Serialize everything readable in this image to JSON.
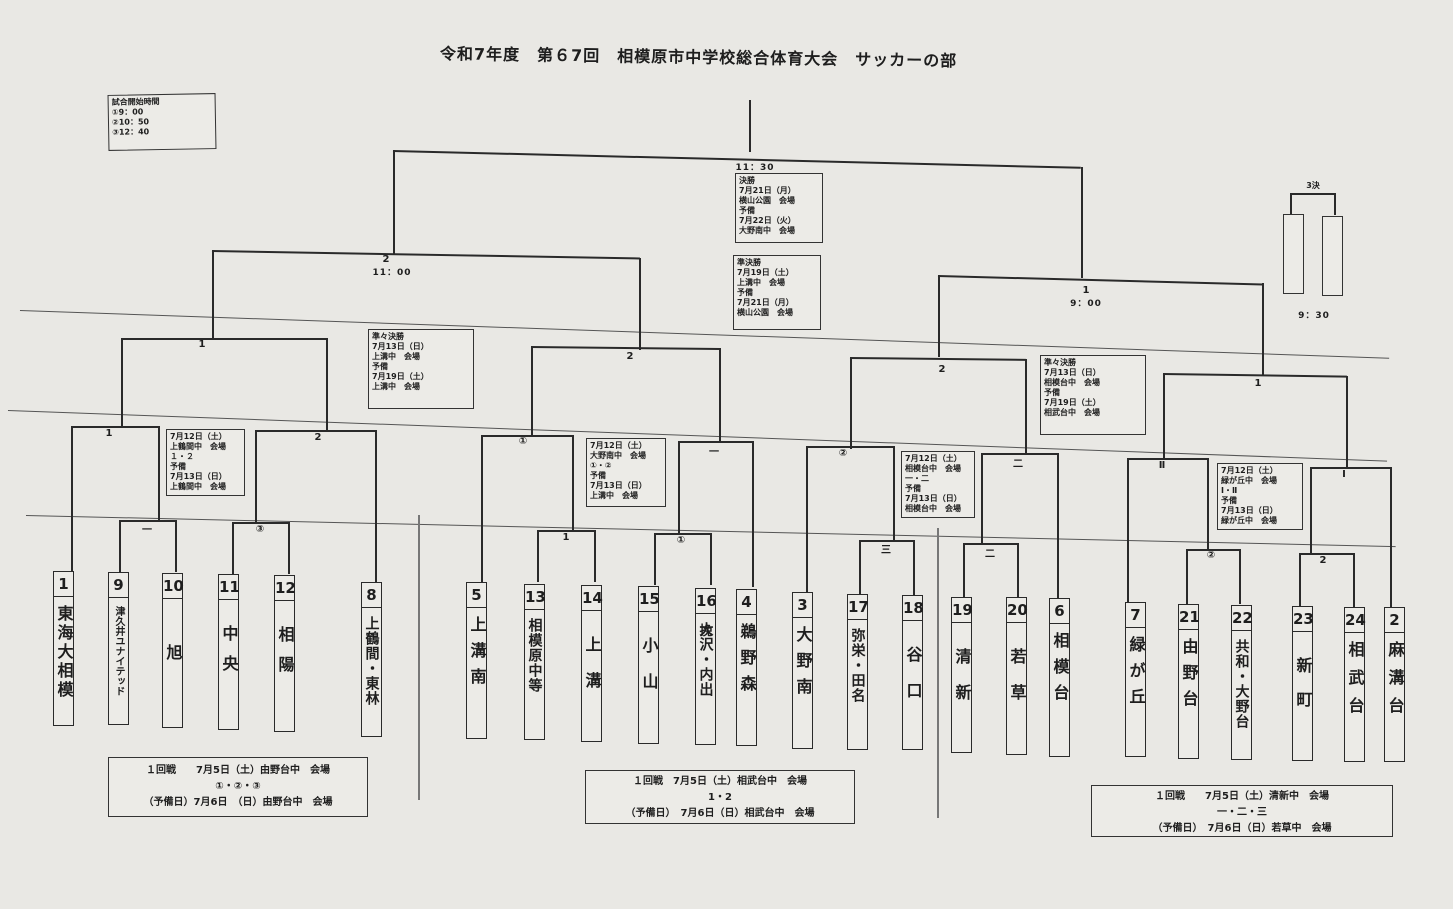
{
  "title": "令和7年度　第６7回　相模原市中学校総合体育大会　サッカーの部",
  "start_times_box": "試合開始時間\n①9：00\n②10：50\n③12：40",
  "final": {
    "time": "11：30",
    "info": "決勝\n7月21日（月）\n横山公園　会場\n予備\n7月22日（火）\n大野南中　会場"
  },
  "semifinal": {
    "info": "準決勝\n7月19日（土）\n上溝中　会場\n予備\n7月21日（月）\n横山公園　会場",
    "left_label": "2",
    "left_time": "11：00",
    "right_label": "1",
    "right_time": "9：00"
  },
  "third_place": {
    "label": "3決",
    "time": "9：30"
  },
  "qf_left_info": "準々決勝\n7月13日（日）\n上溝中　会場\n予備\n7月19日（土）\n上溝中　会場",
  "qf_right_info": "準々決勝\n7月13日（日）\n相模台中　会場\n予備\n7月19日（土）\n相武台中　会場",
  "r2_info_a": "7月12日（土）\n上鶴間中　会場\n１・２\n予備\n7月13日（日）\n上鶴間中　会場",
  "r2_info_b": "7月12日（土）\n大野南中　会場\n①・②\n予備\n7月13日（日）\n上溝中　会場",
  "r2_info_c": "7月12日（土）\n相模台中　会場\n一・二\n予備\n7月13日（日）\n相模台中　会場",
  "r2_info_d": "7月12日（土）\n緑が丘中　会場\nⅠ・Ⅱ\n予備\n7月13日（日）\n緑が丘中　会場",
  "labels": {
    "qf1": "1",
    "qf2": "2",
    "qf3": "2",
    "qf4": "1",
    "r2_1": "1",
    "r2_2": "2",
    "r2_3": "①",
    "r2_4": "一",
    "r2_5": "②",
    "r2_6": "二",
    "r2_7": "Ⅱ",
    "r2_8": "Ⅰ",
    "r1_a": "一",
    "r1_b": "③",
    "r1_c": "1",
    "r1_d": "①",
    "r1_e": "三",
    "r1_f": "二",
    "r1_g": "②",
    "r1_h": "2"
  },
  "teams": [
    {
      "num": "1",
      "name": "東海大相模"
    },
    {
      "num": "9",
      "name": "津久井ユナイテッド"
    },
    {
      "num": "10",
      "name": "旭"
    },
    {
      "num": "11",
      "name": "中央"
    },
    {
      "num": "12",
      "name": "相陽"
    },
    {
      "num": "8",
      "name": "上鶴間・東林"
    },
    {
      "num": "5",
      "name": "上溝南"
    },
    {
      "num": "13",
      "name": "相模原中等"
    },
    {
      "num": "14",
      "name": "上溝"
    },
    {
      "num": "15",
      "name": "小山"
    },
    {
      "num": "16",
      "name": "大沢・内出"
    },
    {
      "num": "4",
      "name": "鵜野森"
    },
    {
      "num": "3",
      "name": "大野南"
    },
    {
      "num": "17",
      "name": "弥栄・田名"
    },
    {
      "num": "18",
      "name": "谷口"
    },
    {
      "num": "19",
      "name": "清新"
    },
    {
      "num": "20",
      "name": "若草"
    },
    {
      "num": "6",
      "name": "相模台"
    },
    {
      "num": "7",
      "name": "緑が丘"
    },
    {
      "num": "21",
      "name": "由野台"
    },
    {
      "num": "22",
      "name": "共和・大野台"
    },
    {
      "num": "23",
      "name": "新町"
    },
    {
      "num": "24",
      "name": "相武台"
    },
    {
      "num": "2",
      "name": "麻溝台"
    }
  ],
  "team16_prefix": "挽",
  "round1_boxes": [
    "１回戦　　7月5日（土）由野台中　会場\n①・②・③\n（予備日）7月6日　（日）由野台中　会場",
    "１回戦　7月5日（土）相武台中　会場\n1・2\n（予備日）　7月6日（日）相武台中　会場",
    "１回戦　　7月5日（土）清新中　会場\n一・二・三\n（予備日）　7月6日（日）若草中　会場"
  ]
}
